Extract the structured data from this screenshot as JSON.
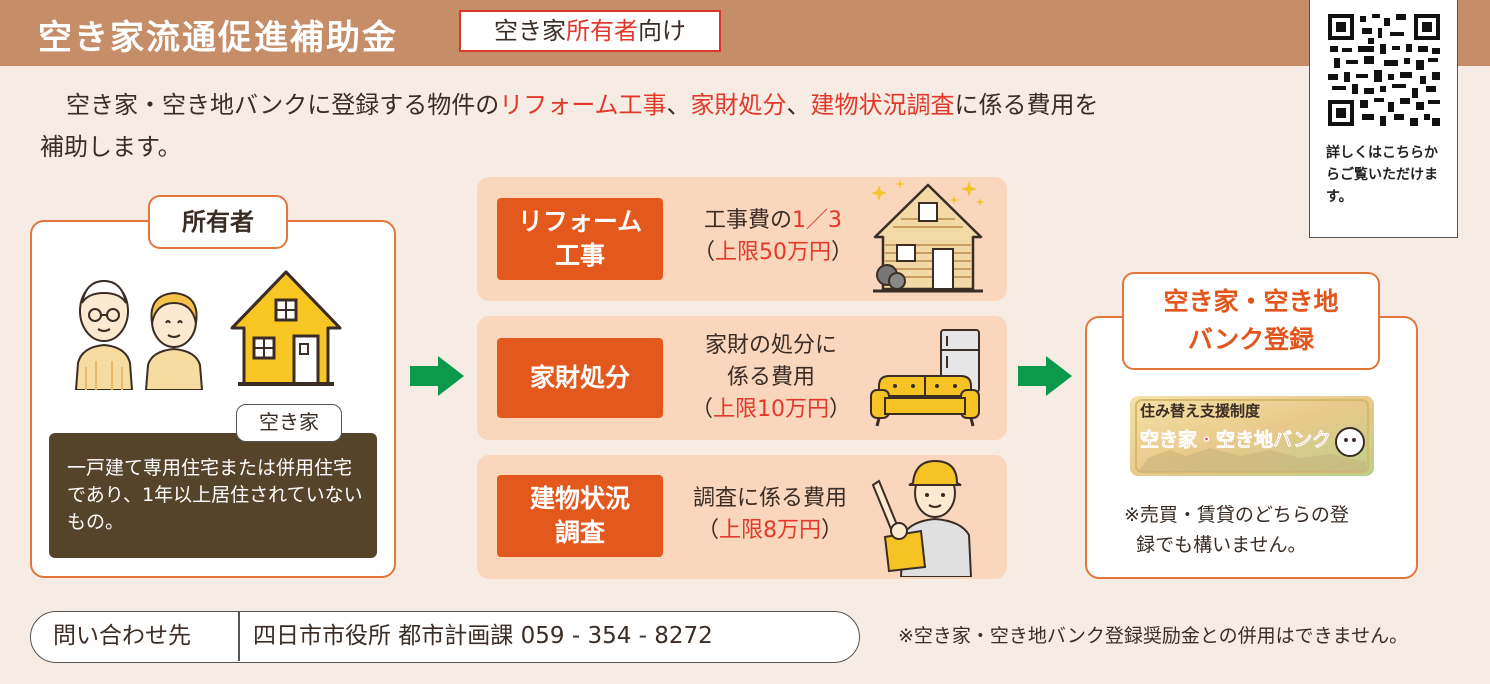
{
  "header": {
    "title": "空き家流通促進補助金",
    "target_prefix": "空き家",
    "target_highlight": "所有者",
    "target_suffix": "向け"
  },
  "intro": {
    "part1": "空き家・空き地バンクに登録する物件の",
    "highlight1": "リフォーム工事",
    "sep1": "、",
    "highlight2": "家財処分",
    "sep2": "、",
    "highlight3": "建物状況調査",
    "part2": "に係る費用を",
    "line2": "補助します。"
  },
  "qr": {
    "icon": "qr-code-icon",
    "note": "詳しくはこちらからご覧いただけます。"
  },
  "owner": {
    "label": "所有者",
    "house_tag": "空き家",
    "condition": "一戸建て専用住宅または併用住宅であり、1年以上居住されていないもの。"
  },
  "rows": [
    {
      "label_line1": "リフォーム",
      "label_line2": "工事",
      "text_line1_prefix": "工事費の",
      "text_line1_highlight": "1／3",
      "text_line2_open": "（",
      "text_line2_highlight": "上限50万円",
      "text_line2_close": "）",
      "icon": "house-icon"
    },
    {
      "label_line1": "家財処分",
      "text_line1": "家財の処分に",
      "text_line2": "係る費用",
      "text_line3_open": "（",
      "text_line3_highlight": "上限10万円",
      "text_line3_close": "）",
      "icon": "furniture-icon"
    },
    {
      "label_line1": "建物状況",
      "label_line2": "調査",
      "text_line1": "調査に係る費用",
      "text_line2_open": "（",
      "text_line2_highlight": "上限8万円",
      "text_line2_close": "）",
      "icon": "inspector-icon"
    }
  ],
  "bank": {
    "label_line1": "空き家・空き地",
    "label_line2": "バンク登録",
    "banner_line1": "住み替え支援制度",
    "banner_line2": "空き家・空き地バンク",
    "note_line1": "※売買・賃貸のどちらの登",
    "note_line2": "録でも構いません。"
  },
  "footer": {
    "contact_label": "問い合わせ先",
    "contact_value": "四日市市役所 都市計画課 059 - 354 - 8272",
    "note": "※空き家・空き地バンク登録奨励金との併用はできません。"
  },
  "colors": {
    "header_bg": "#c58d68",
    "accent_red": "#e2392b",
    "label_orange": "#e3581c",
    "row_bg": "#f9d6bc",
    "arrow_green": "#0b9a4c",
    "condition_bg": "#55442a"
  }
}
